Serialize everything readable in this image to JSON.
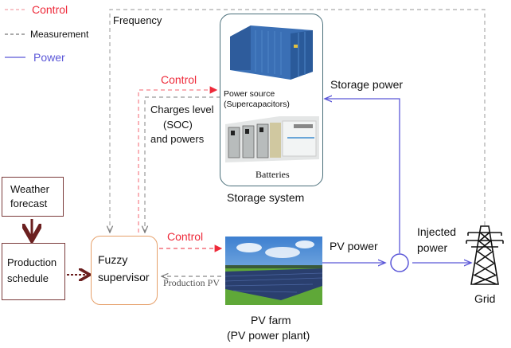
{
  "legend": {
    "control": "Control",
    "measurement": "Measurement",
    "power": "Power"
  },
  "colors": {
    "control": "#ee2a3a",
    "measurement": "#8a8a8a",
    "power": "#5b57d8",
    "schedule_arrow": "#6b1f1f",
    "fuzzy_border": "#e6a06a",
    "storage_border": "#4a6f7a"
  },
  "labels": {
    "frequency": "Frequency",
    "control_storage": "Control",
    "charges_level_1": "Charges level",
    "charges_level_2": "(SOC)",
    "charges_level_3": "and powers",
    "storage_power": "Storage power",
    "control_pv": "Control",
    "production_pv": "Production PV",
    "pv_power": "PV power",
    "injected_power_1": "Injected",
    "injected_power_2": "power"
  },
  "nodes": {
    "weather_forecast": [
      "Weather",
      "forecast"
    ],
    "production_schedule": [
      "Production",
      "schedule"
    ],
    "fuzzy_supervisor": [
      "Fuzzy",
      "supervisor"
    ],
    "power_source": [
      "Power source",
      "(Supercapacitors)"
    ],
    "batteries": "Batteries",
    "storage_system": "Storage system",
    "pv_farm": [
      "PV farm",
      "(PV power plant)"
    ],
    "grid": "Grid"
  }
}
